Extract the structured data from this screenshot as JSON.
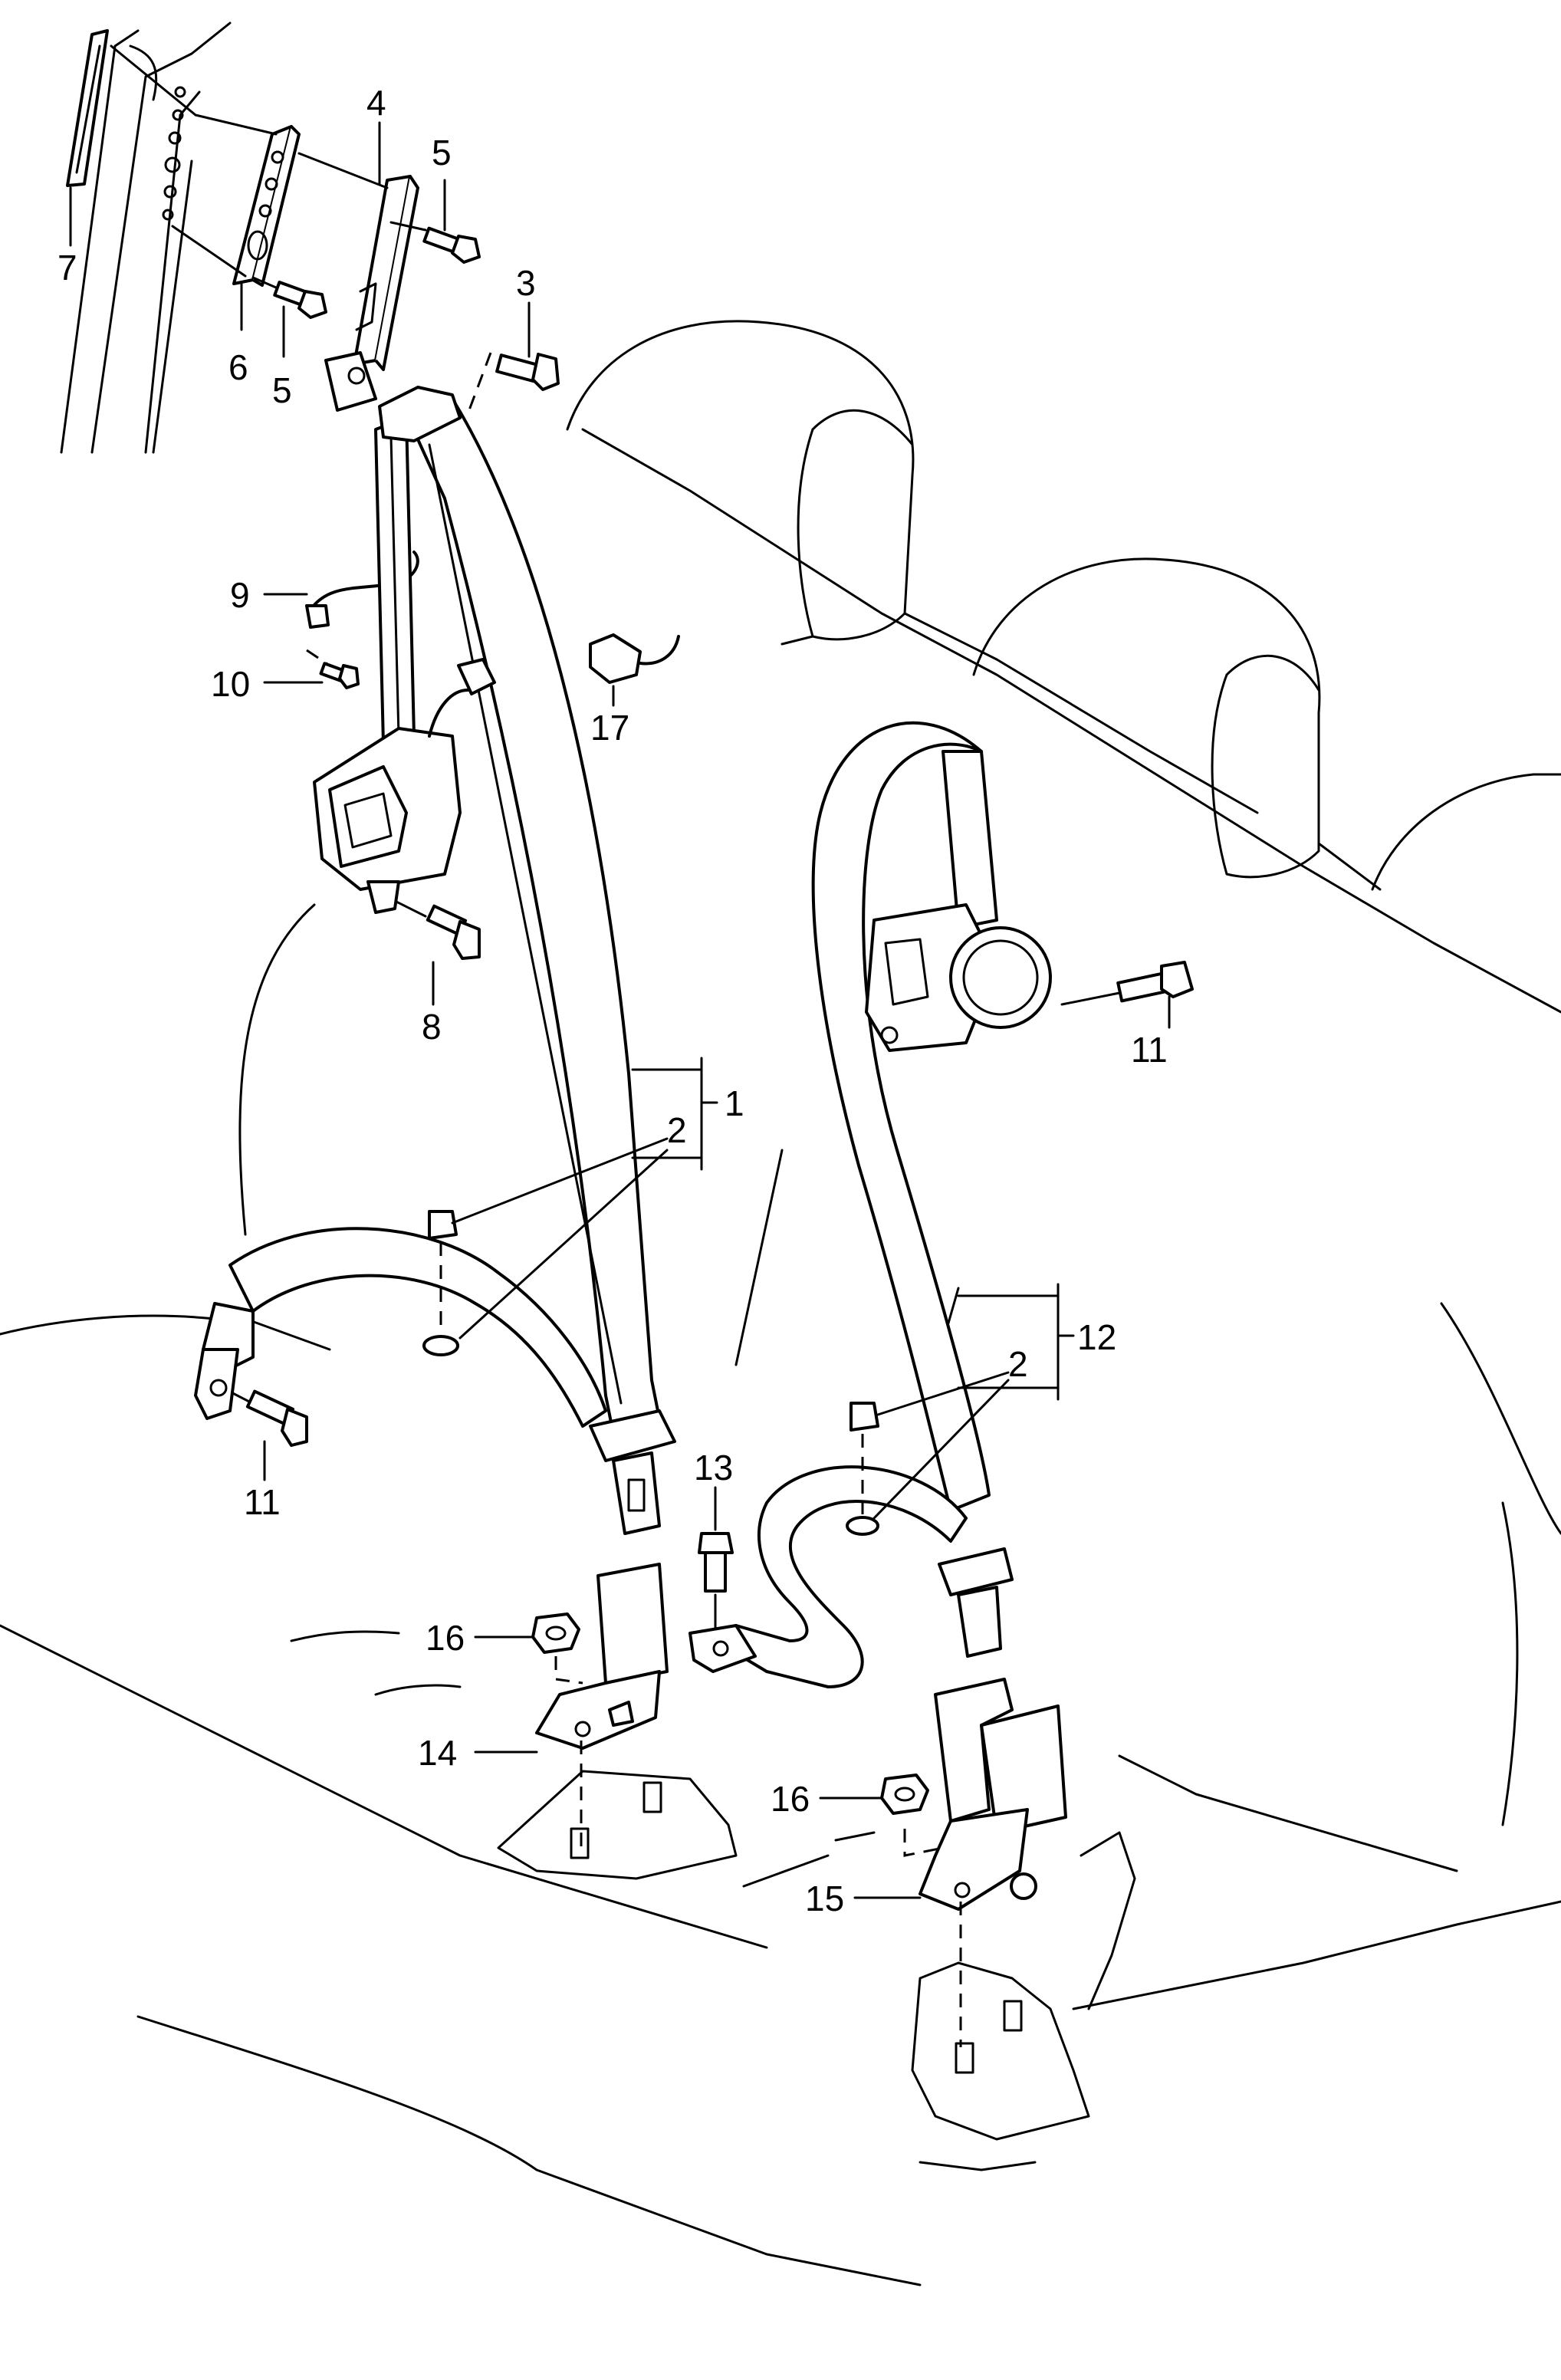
{
  "callouts": [
    {
      "id": "c7",
      "text": "7"
    },
    {
      "id": "c4",
      "text": "4"
    },
    {
      "id": "c5a",
      "text": "5"
    },
    {
      "id": "c6",
      "text": "6"
    },
    {
      "id": "c5b",
      "text": "5"
    },
    {
      "id": "c3",
      "text": "3"
    },
    {
      "id": "c9",
      "text": "9"
    },
    {
      "id": "c10",
      "text": "10"
    },
    {
      "id": "c17",
      "text": "17"
    },
    {
      "id": "c8",
      "text": "8"
    },
    {
      "id": "c11a",
      "text": "11"
    },
    {
      "id": "c1",
      "text": "1"
    },
    {
      "id": "c2a",
      "text": "2"
    },
    {
      "id": "c12",
      "text": "12"
    },
    {
      "id": "c2b",
      "text": "2"
    },
    {
      "id": "c11b",
      "text": "11"
    },
    {
      "id": "c13",
      "text": "13"
    },
    {
      "id": "c16a",
      "text": "16"
    },
    {
      "id": "c14",
      "text": "14"
    },
    {
      "id": "c16b",
      "text": "16"
    },
    {
      "id": "c15",
      "text": "15"
    }
  ]
}
